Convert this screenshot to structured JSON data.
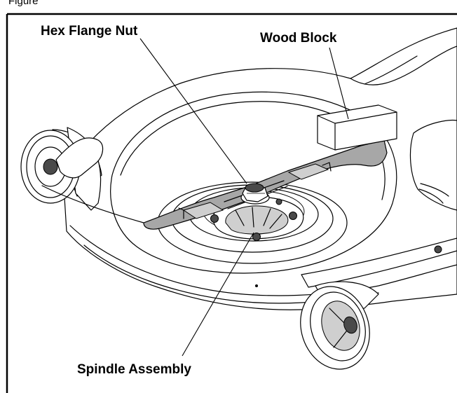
{
  "header_fragment": "Figure",
  "callouts": {
    "hex_flange_nut": "Hex Flange Nut",
    "wood_block": "Wood Block",
    "spindle_assembly": "Spindle Assembly"
  },
  "colors": {
    "ink": "#000000",
    "paper": "#ffffff",
    "blade": "#a7a7a7",
    "hardware": "#4a4a4a"
  }
}
